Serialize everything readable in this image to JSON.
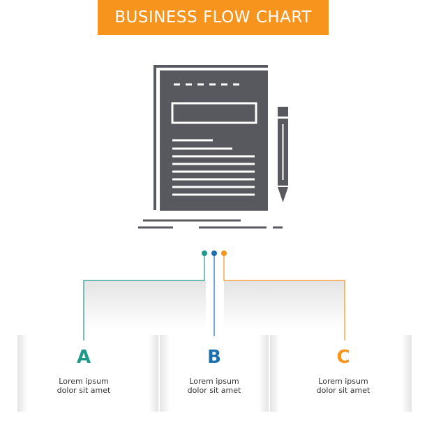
{
  "title": "BUSINESS FLOW CHART",
  "colors": {
    "banner": "#f7941d",
    "icon": "#58585f",
    "a": "#1f9a8a",
    "b": "#1d6fae",
    "c": "#f7941d"
  },
  "icon": "document-with-pencil-icon",
  "steps": [
    {
      "letter": "A",
      "line1": "Lorem ipsum",
      "line2": "dolor sit amet"
    },
    {
      "letter": "B",
      "line1": "Lorem ipsum",
      "line2": "dolor sit amet"
    },
    {
      "letter": "C",
      "line1": "Lorem ipsum",
      "line2": "dolor sit amet"
    }
  ]
}
